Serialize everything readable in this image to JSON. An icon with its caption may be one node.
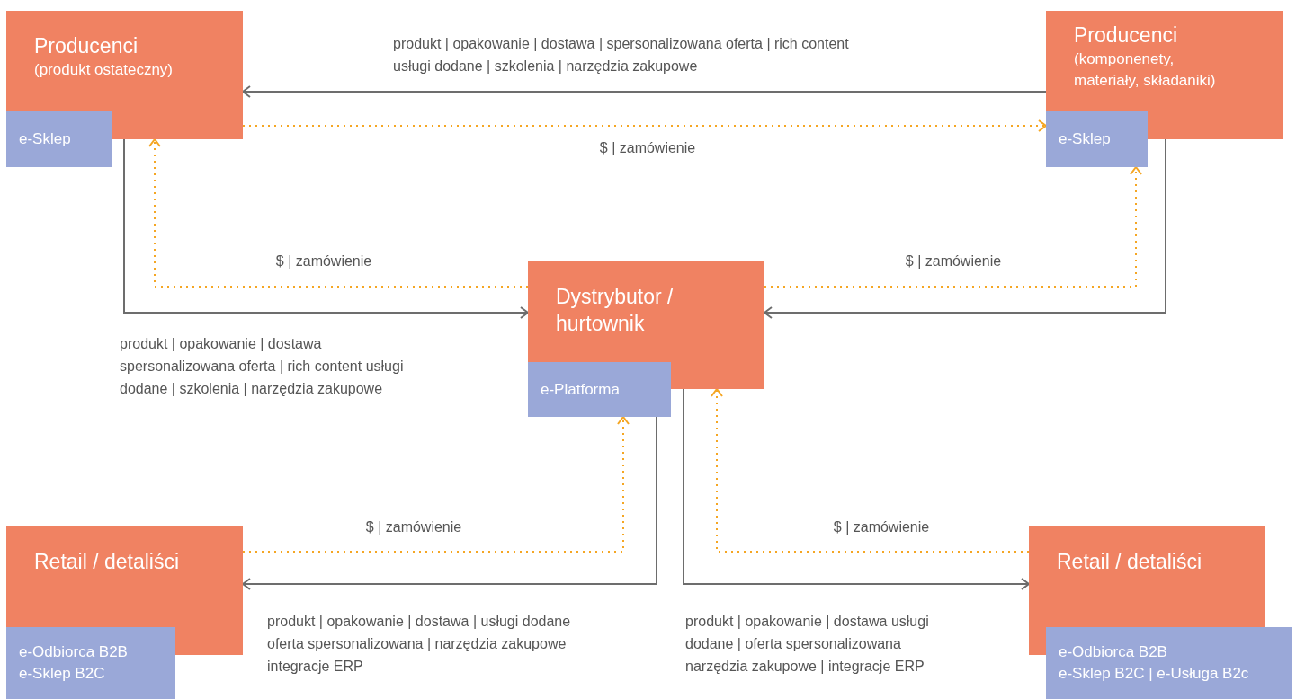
{
  "diagram": {
    "nodes": [
      {
        "text": [
          "Producenci",
          "(produkt ostateczny)"
        ]
      },
      {
        "text": [
          "e-Sklep"
        ]
      },
      {
        "text": [
          "Producenci",
          "(komponenety, materiały, składaniki)"
        ]
      },
      {
        "text": [
          "e-Sklep"
        ]
      },
      {
        "text": [
          "Dystrybutor / hurtownik"
        ]
      },
      {
        "text": [
          "e-Platforma"
        ]
      },
      {
        "text": [
          "Retail / detaliści"
        ]
      },
      {
        "text": [
          "e-Odbiorca B2B",
          "e-Sklep B2C"
        ]
      },
      {
        "text": [
          "Retail / detaliści"
        ]
      },
      {
        "text": [
          "e-Odbiorca B2B",
          "e-Sklep B2C | e-Usługa B2c"
        ]
      }
    ],
    "edges": [
      {
        "from": 2,
        "to": 0,
        "arrow": "to",
        "label": "produkt | opakowanie | dostawa | spersonalizowana oferta | rich content usługi dodane | szkolenia | narzędzia zakupowe"
      },
      {
        "from": 0,
        "to": 2,
        "arrow": "to",
        "label": "$ | zamówienie",
        "style": "dashed",
        "color": "#f5a623"
      },
      {
        "from": 0,
        "to": 4,
        "arrow": "to",
        "label": "produkt | opakowanie | dostawa spersonalizowana oferta | rich content usługi dodane | szkolenia | narzędzia zakupowe"
      },
      {
        "from": 4,
        "to": 0,
        "arrow": "to",
        "label": "$ | zamówienie",
        "style": "dashed",
        "color": "#f5a623"
      },
      {
        "from": 2,
        "to": 4,
        "arrow": "to"
      },
      {
        "from": 4,
        "to": 3,
        "arrow": "to",
        "label": "$ | zamówienie",
        "style": "dashed",
        "color": "#f5a623"
      },
      {
        "from": 5,
        "to": 6,
        "arrow": "to",
        "label": "produkt | opakowanie | dostawa | usługi dodane oferta spersonalizowana | narzędzia zakupowe integracje ERP"
      },
      {
        "from": 6,
        "to": 5,
        "arrow": "to",
        "label": "$ | zamówienie",
        "style": "dashed",
        "color": "#f5a623"
      },
      {
        "from": 4,
        "to": 8,
        "arrow": "to",
        "label": "produkt | opakowanie | dostawa usługi dodane | oferta spersonalizowana narzędzia zakupowe | integracje ERP"
      },
      {
        "from": 8,
        "to": 4,
        "arrow": "to",
        "label": "$ | zamówienie",
        "style": "dashed",
        "color": "#f5a623"
      }
    ]
  }
}
